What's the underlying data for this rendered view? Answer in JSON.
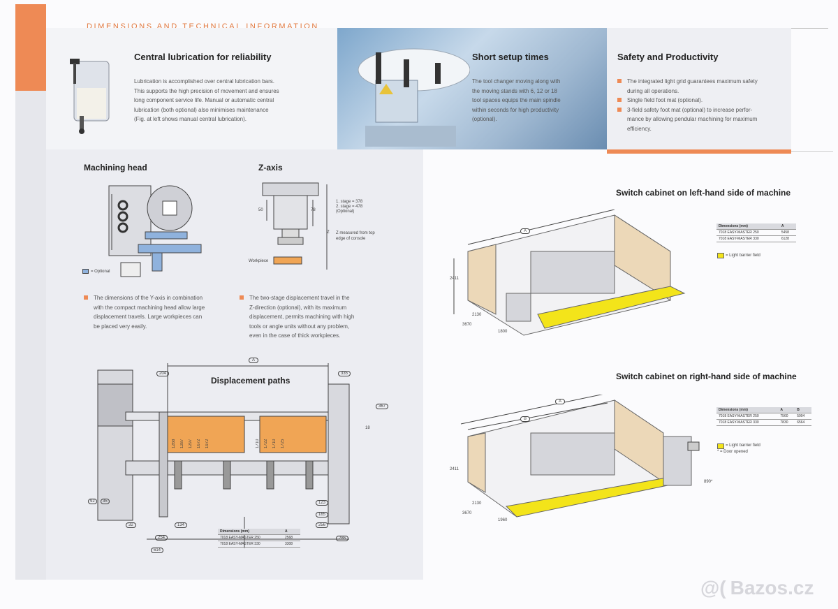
{
  "header": {
    "title": "DIMENSIONS AND TECHNICAL INFORMATION"
  },
  "lubrication": {
    "title": "Central lubrication for reliability",
    "text": [
      "Lubrication is accomplished over central lubrication bars.",
      "This supports the high precision of movement and ensures",
      "long component service life. Manual or automatic central",
      "lubrication (both optional) also minimises maintenance",
      "(Fig. at left shows manual central lubrication)."
    ]
  },
  "setup": {
    "title": "Short setup times",
    "text": [
      "The tool changer moving along with",
      "the moving stands with 6, 12 or 18",
      "tool spaces equips the main spindle",
      "within seconds for high productivity",
      "(optional)."
    ]
  },
  "safety": {
    "title": "Safety and Productivity",
    "items": [
      [
        "The integrated light grid guarantees maximum safety",
        "during all operations."
      ],
      [
        "Single field foot mat (optional)."
      ],
      [
        "3-field safety foot mat (optional) to increase perfor-",
        "mance by allowing pendular machining for maximum",
        "efficiency."
      ]
    ]
  },
  "machining_head": {
    "title": "Machining head",
    "legend": "= Optional",
    "text": [
      "The dimensions of the Y-axis in combination",
      "with the compact machining head allow large",
      "displacement travels. Large workpieces can",
      "be placed very easily."
    ]
  },
  "z_axis": {
    "title": "Z-axis",
    "stage1": "1. stage = 378",
    "stage2": "2. stage = 478",
    "optional": "(Optional)",
    "measured": [
      "Z measured from top",
      "edge of console"
    ],
    "workpiece": "Workpiece",
    "dim_a": "50",
    "dim_b": "78",
    "dim_z": "Z",
    "text": [
      "The two-stage displacement travel in the",
      "Z-direction (optional), with its maximum",
      "displacement, permits machining with high",
      "tools or angle units without any problem,",
      "even in the case of thick workpieces."
    ]
  },
  "displacement": {
    "title": "Displacement paths",
    "dims": {
      "a": "A",
      "d204": "204",
      "d335": "335",
      "d367": "367",
      "d92": "92",
      "d35": "35",
      "d32": "32",
      "d134": "134",
      "d254": "254",
      "d614": "614",
      "d123": "123",
      "d165": "165",
      "d256": "256",
      "d286": "286",
      "d18": "18"
    },
    "block_labels": [
      "1268",
      "1287",
      "1297",
      "1672",
      "1972",
      "1710",
      "1722",
      "1710",
      "1725"
    ],
    "table": {
      "header": [
        "Dimensions (mm)",
        "A"
      ],
      "rows": [
        [
          "7018 EASY-MASTER 250",
          "2568"
        ],
        [
          "7018 EASY-MASTER 330",
          "3308"
        ]
      ]
    }
  },
  "left_cabinet": {
    "title": "Switch cabinet on left-hand side of machine",
    "table": {
      "header": [
        "Dimensions (mm)",
        "A"
      ],
      "rows": [
        [
          "7018 EASY-MASTER 250",
          "5458"
        ],
        [
          "7018 EASY-MASTER 330",
          "6128"
        ]
      ]
    },
    "legend": "= Light barrier field",
    "dims": {
      "a": "A",
      "h": "2411",
      "w1": "2130",
      "w2": "3670",
      "w3": "1800"
    }
  },
  "right_cabinet": {
    "title": "Switch cabinet on right-hand side of machine",
    "table": {
      "header": [
        "Dimensions (mm)",
        "A",
        "B"
      ],
      "rows": [
        [
          "7018 EASY-MASTER 250",
          "7560",
          "5904"
        ],
        [
          "7018 EASY-MASTER 330",
          "7830",
          "6564"
        ]
      ]
    },
    "legend": [
      "= Light barrier field",
      "* = Door opened"
    ],
    "dims": {
      "a": "A",
      "b": "B",
      "h": "2411",
      "w1": "2130",
      "w2": "3670",
      "w3": "1960",
      "d": "890*"
    }
  },
  "watermark": "Bazos.cz",
  "colors": {
    "accent": "#ee8a55",
    "light_barrier": "#f3e41a",
    "cabinet_panel": "#ecd8b8",
    "workpiece": "#f0a555"
  }
}
